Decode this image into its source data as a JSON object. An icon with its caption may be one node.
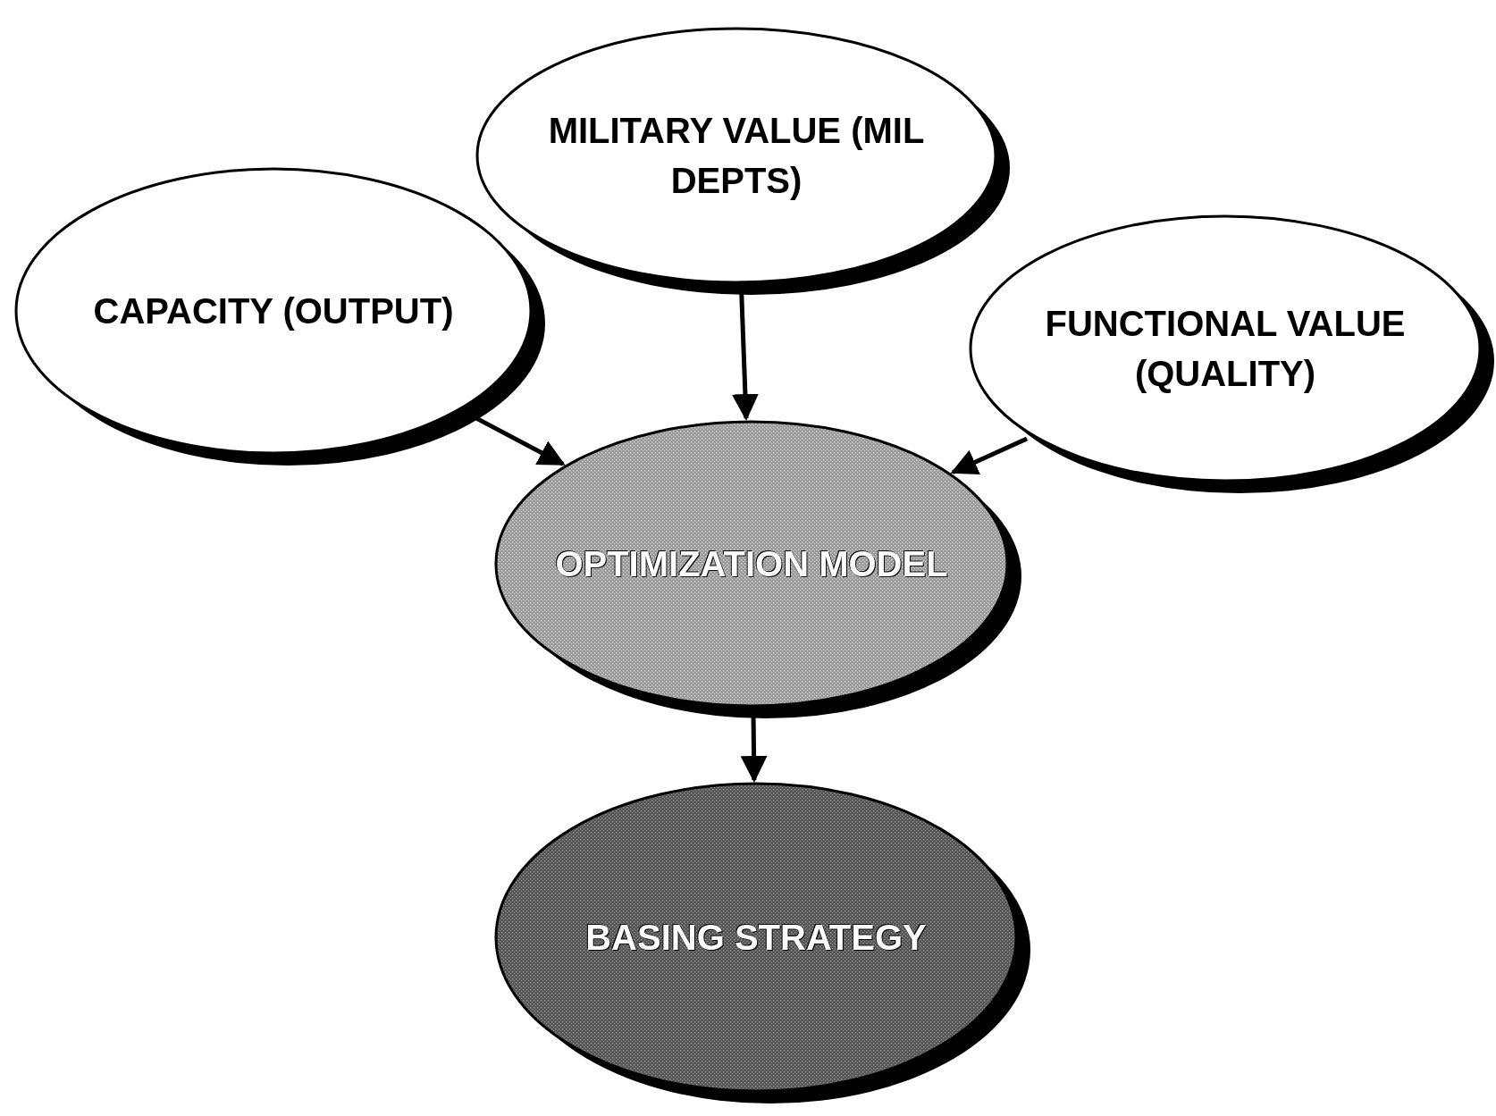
{
  "diagram": {
    "nodes": [
      {
        "text": [
          "MILITARY VALUE (MIL DEPTS)"
        ]
      },
      {
        "text": [
          "CAPACITY (OUTPUT)"
        ]
      },
      {
        "text": [
          "FUNCTIONAL VALUE (QUALITY)"
        ]
      },
      {
        "text": [
          "OPTIMIZATION MODEL"
        ]
      },
      {
        "text": [
          "BASING STRATEGY"
        ]
      }
    ],
    "edges": [
      {
        "from": 1,
        "to": 3,
        "arrow": "to"
      },
      {
        "from": 0,
        "to": 3,
        "arrow": "to"
      },
      {
        "from": 2,
        "to": 3,
        "arrow": "to"
      },
      {
        "from": 3,
        "to": 4,
        "arrow": "to"
      }
    ]
  }
}
